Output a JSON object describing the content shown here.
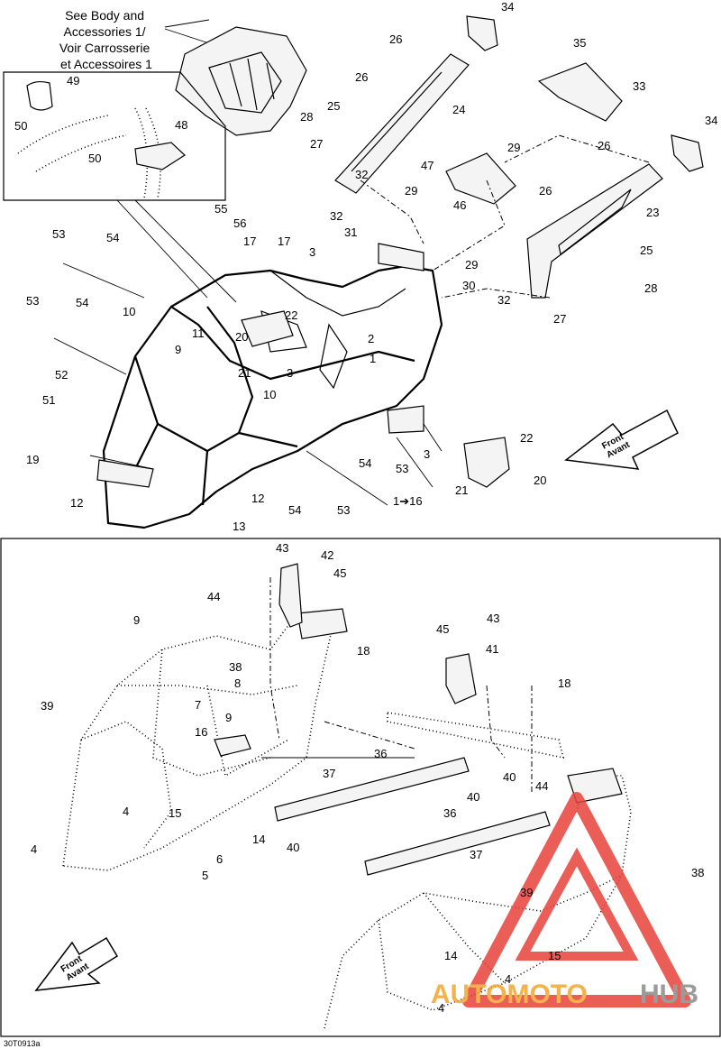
{
  "note_lines": [
    "See Body and",
    "Accessories 1/",
    "Voir Carrosserie",
    "et Accessoires 1"
  ],
  "arrow_top": {
    "line1": "Front",
    "line2": "Avant"
  },
  "arrow_bottom": {
    "line1": "Front",
    "line2": "Avant"
  },
  "code": "30T0913a",
  "watermark": {
    "part1": "AUTOMOTO",
    "part2": "HUB",
    "color1": "#f2a52b",
    "color2": "#8a8a8a",
    "triangle": "#e8413a"
  },
  "callouts_top": [
    "34",
    "26",
    "35",
    "33",
    "26",
    "24",
    "25",
    "28",
    "27",
    "47",
    "29",
    "32",
    "29",
    "26",
    "34",
    "26",
    "23",
    "55",
    "56",
    "49",
    "50",
    "48",
    "50",
    "46",
    "32",
    "31",
    "17",
    "17",
    "3",
    "53",
    "54",
    "25",
    "30",
    "29",
    "32",
    "28",
    "27",
    "53",
    "54",
    "10",
    "22",
    "20",
    "11",
    "9",
    "2",
    "21",
    "3",
    "1",
    "52",
    "51",
    "10",
    "22",
    "19",
    "12",
    "12",
    "13",
    "54",
    "53",
    "3",
    "21",
    "20",
    "53",
    "54",
    "1➔16"
  ],
  "callouts_bottom": [
    "43",
    "42",
    "45",
    "44",
    "9",
    "18",
    "38",
    "7",
    "8",
    "9",
    "45",
    "43",
    "41",
    "18",
    "39",
    "16",
    "37",
    "40",
    "36",
    "44",
    "40",
    "4",
    "15",
    "14",
    "40",
    "37",
    "36",
    "6",
    "4",
    "5",
    "39",
    "38",
    "15",
    "14",
    "4",
    "4"
  ]
}
